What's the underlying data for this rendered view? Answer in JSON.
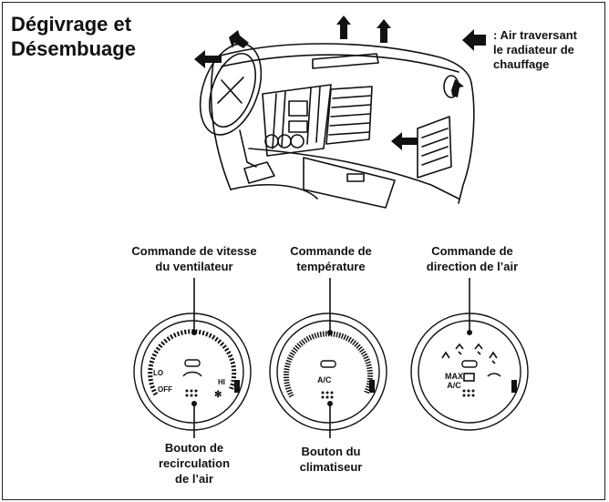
{
  "title": {
    "line1": "Dégivrage et",
    "line2": "Désembuage"
  },
  "legend": {
    "icon": "arrow-left-icon",
    "line1": ": Air traversant",
    "line2": "le radiateur de",
    "line3": "chauffage"
  },
  "labels": {
    "fan_speed": {
      "line1": "Commande de vitesse",
      "line2": "du ventilateur"
    },
    "temperature": {
      "line1": "Commande de",
      "line2": "température"
    },
    "air_direction": {
      "line1": "Commande de",
      "line2": "direction de l’air"
    },
    "recirculation": {
      "line1": "Bouton de",
      "line2": "recirculation",
      "line3": "de l’air"
    },
    "ac": {
      "line1": "Bouton du",
      "line2": "climatiseur"
    }
  },
  "dials": {
    "fan": {
      "lo": "LO",
      "hi": "HI",
      "off": "OFF"
    },
    "temperature": {
      "ac": "A/C"
    },
    "direction": {
      "max": "MAX",
      "ac": "A/C"
    }
  },
  "colors": {
    "ink": "#111111",
    "paper": "#ffffff"
  }
}
